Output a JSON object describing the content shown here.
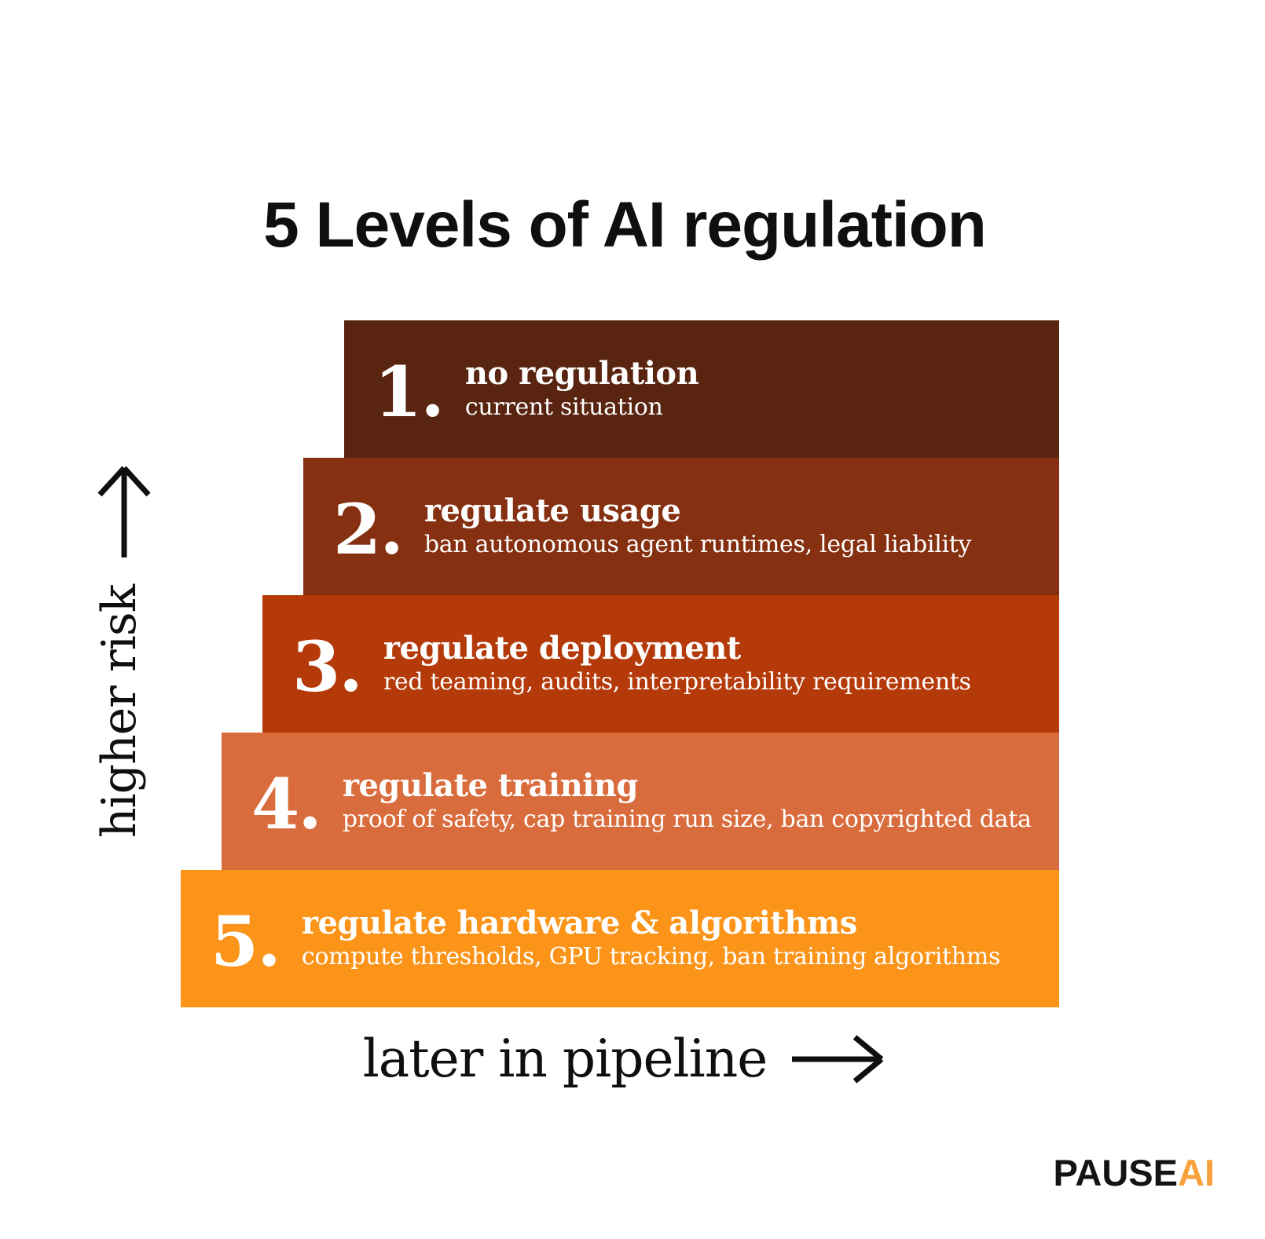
{
  "title": "5 Levels of AI regulation",
  "colors": {
    "background": "#ffffff",
    "text_black": "#0f0f0f",
    "bar_text": "#ffffff",
    "logo_orange": "#f9a13a"
  },
  "y_axis": {
    "label": "higher risk",
    "arrow_icon": "up-arrow"
  },
  "x_axis": {
    "label": "later in pipeline",
    "arrow_icon": "right-arrow"
  },
  "levels": [
    {
      "number": "1.",
      "heading": "no regulation",
      "description": "current situation",
      "color": "#592511"
    },
    {
      "number": "2.",
      "heading": "regulate usage",
      "description": "ban autonomous agent runtimes, legal liability",
      "color": "#853010"
    },
    {
      "number": "3.",
      "heading": "regulate deployment",
      "description": "red teaming, audits, interpretability requirements",
      "color": "#b53a0a"
    },
    {
      "number": "4.",
      "heading": "regulate training",
      "description": "proof of safety, cap training run size, ban copyrighted data",
      "color": "#d96c3c"
    },
    {
      "number": "5.",
      "heading": "regulate hardware & algorithms",
      "description": "compute thresholds, GPU tracking, ban training algorithms",
      "color": "#fb9418"
    }
  ],
  "logo": {
    "part1": "PAUSE",
    "part2": "AI"
  }
}
